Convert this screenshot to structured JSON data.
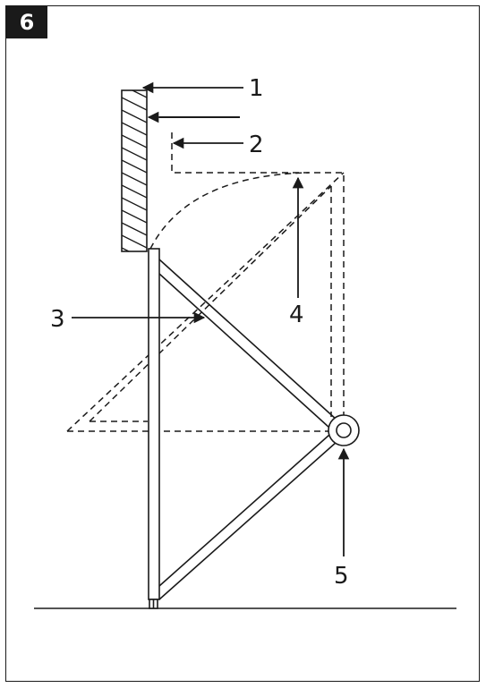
{
  "figure": {
    "number": "6",
    "callouts": [
      "1",
      "2",
      "3",
      "4",
      "5"
    ]
  },
  "colors": {
    "ink": "#1a1a1a",
    "background": "#ffffff"
  }
}
